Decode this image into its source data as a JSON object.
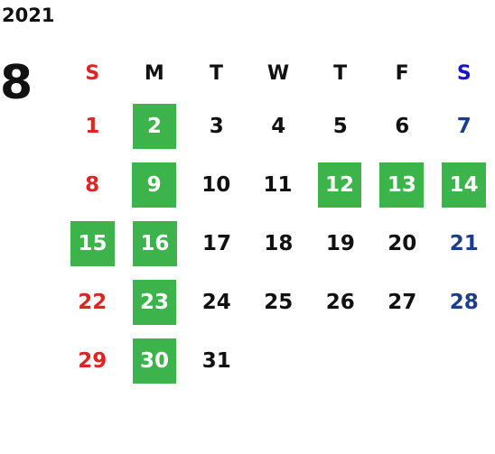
{
  "year": "2021",
  "month": "8",
  "weekdays": [
    "S",
    "M",
    "T",
    "W",
    "T",
    "F",
    "S"
  ],
  "colors": {
    "highlight": "#3cb44b",
    "sunday": "#e02424",
    "saturday": "#1a3e8c",
    "saturday_header": "#1515d0",
    "text": "#111111"
  },
  "weeks": [
    [
      {
        "day": "1",
        "hl": false
      },
      {
        "day": "2",
        "hl": true
      },
      {
        "day": "3",
        "hl": false
      },
      {
        "day": "4",
        "hl": false
      },
      {
        "day": "5",
        "hl": false
      },
      {
        "day": "6",
        "hl": false
      },
      {
        "day": "7",
        "hl": false
      }
    ],
    [
      {
        "day": "8",
        "hl": false
      },
      {
        "day": "9",
        "hl": true
      },
      {
        "day": "10",
        "hl": false
      },
      {
        "day": "11",
        "hl": false
      },
      {
        "day": "12",
        "hl": true
      },
      {
        "day": "13",
        "hl": true
      },
      {
        "day": "14",
        "hl": true
      }
    ],
    [
      {
        "day": "15",
        "hl": true
      },
      {
        "day": "16",
        "hl": true
      },
      {
        "day": "17",
        "hl": false
      },
      {
        "day": "18",
        "hl": false
      },
      {
        "day": "19",
        "hl": false
      },
      {
        "day": "20",
        "hl": false
      },
      {
        "day": "21",
        "hl": false
      }
    ],
    [
      {
        "day": "22",
        "hl": false
      },
      {
        "day": "23",
        "hl": true
      },
      {
        "day": "24",
        "hl": false
      },
      {
        "day": "25",
        "hl": false
      },
      {
        "day": "26",
        "hl": false
      },
      {
        "day": "27",
        "hl": false
      },
      {
        "day": "28",
        "hl": false
      }
    ],
    [
      {
        "day": "29",
        "hl": false
      },
      {
        "day": "30",
        "hl": true
      },
      {
        "day": "31",
        "hl": false
      },
      {
        "day": "",
        "hl": false
      },
      {
        "day": "",
        "hl": false
      },
      {
        "day": "",
        "hl": false
      },
      {
        "day": "",
        "hl": false
      }
    ]
  ]
}
